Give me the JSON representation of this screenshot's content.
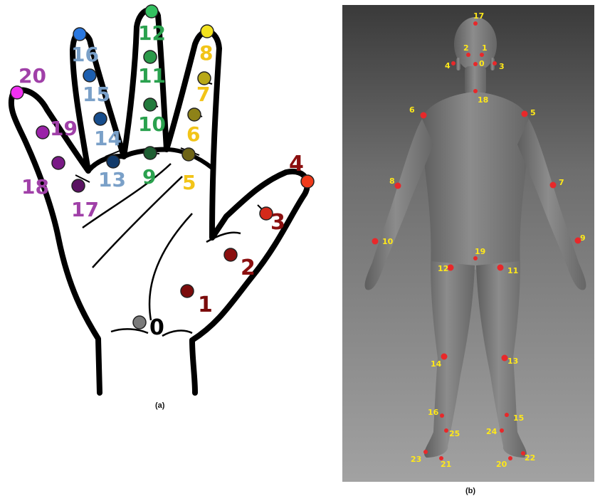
{
  "captions": {
    "a": "(a)",
    "b": "(b)"
  },
  "hand": {
    "keypoints": [
      {
        "id": "0",
        "color": "#7a7a7a",
        "label_color": "#000000"
      },
      {
        "id": "1",
        "color": "#7b0b0b",
        "label_color": "#7b0b0b"
      },
      {
        "id": "2",
        "color": "#8b0f0f",
        "label_color": "#8b0f0f"
      },
      {
        "id": "3",
        "color": "#d42a1a",
        "label_color": "#8b0f0f"
      },
      {
        "id": "4",
        "color": "#ef3a1a",
        "label_color": "#8b0f0f"
      },
      {
        "id": "5",
        "color": "#6e6416",
        "label_color": "#f2c418"
      },
      {
        "id": "6",
        "color": "#8e8218",
        "label_color": "#f2c418"
      },
      {
        "id": "7",
        "color": "#b8a818",
        "label_color": "#f2c418"
      },
      {
        "id": "8",
        "color": "#f3e21e",
        "label_color": "#f2c418"
      },
      {
        "id": "9",
        "color": "#1e5e32",
        "label_color": "#2aa14e"
      },
      {
        "id": "10",
        "color": "#227a3c",
        "label_color": "#2aa14e"
      },
      {
        "id": "11",
        "color": "#2b9a4a",
        "label_color": "#2aa14e"
      },
      {
        "id": "12",
        "color": "#33c060",
        "label_color": "#2aa14e"
      },
      {
        "id": "13",
        "color": "#123a6a",
        "label_color": "#7aa0c8"
      },
      {
        "id": "14",
        "color": "#164d8c",
        "label_color": "#7aa0c8"
      },
      {
        "id": "15",
        "color": "#1d5fb0",
        "label_color": "#7aa0c8"
      },
      {
        "id": "16",
        "color": "#2a78e0",
        "label_color": "#7aa0c8"
      },
      {
        "id": "17",
        "color": "#5a1262",
        "label_color": "#a040a8"
      },
      {
        "id": "18",
        "color": "#7a1a86",
        "label_color": "#a040a8"
      },
      {
        "id": "19",
        "color": "#9a22a8",
        "label_color": "#a040a8"
      },
      {
        "id": "20",
        "color": "#f030f0",
        "label_color": "#a040a8"
      }
    ]
  },
  "body": {
    "keypoints": [
      "0",
      "1",
      "2",
      "3",
      "4",
      "5",
      "6",
      "7",
      "8",
      "9",
      "10",
      "11",
      "12",
      "13",
      "14",
      "15",
      "16",
      "17",
      "18",
      "19",
      "20",
      "21",
      "22",
      "23",
      "24",
      "25"
    ],
    "point_color": "#e8282a",
    "label_color": "#ffe81a"
  }
}
